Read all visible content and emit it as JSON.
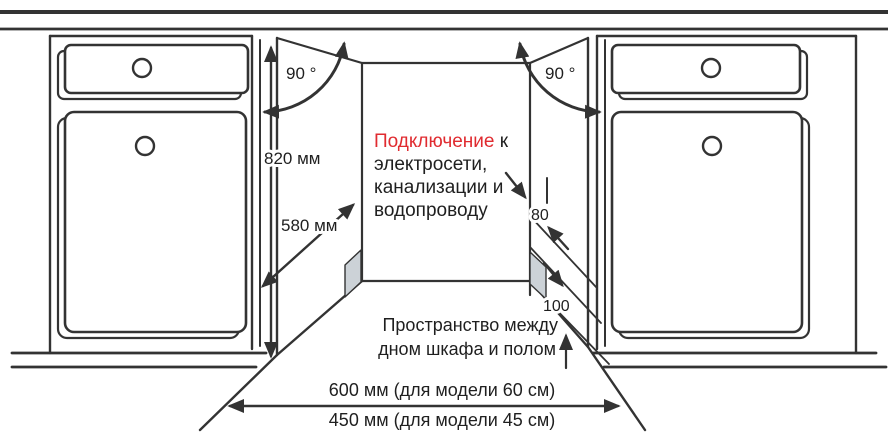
{
  "diagram": {
    "title_semantic": "dishwasher-built-in-installation-dimensions",
    "angle_left": "90 °",
    "angle_right": "90 °",
    "dim_height": "820 мм",
    "dim_depth": "580 мм",
    "gap_top": "80",
    "gap_bottom": "100",
    "connection": {
      "highlight": "Подключение",
      "tail": " к",
      "line2": "электросети,",
      "line3": "канализации и",
      "line4": "водопроводу"
    },
    "floor_note": {
      "line1": "Пространство между",
      "line2": "дном шкафа и полом"
    },
    "width_model_60": "600 мм (для модели 60 см)",
    "width_model_45": "450 мм (для модели 45 см)",
    "colors": {
      "line": "#333333",
      "accent_red": "#e02b30",
      "panel_gray": "#ccd2d7"
    }
  }
}
